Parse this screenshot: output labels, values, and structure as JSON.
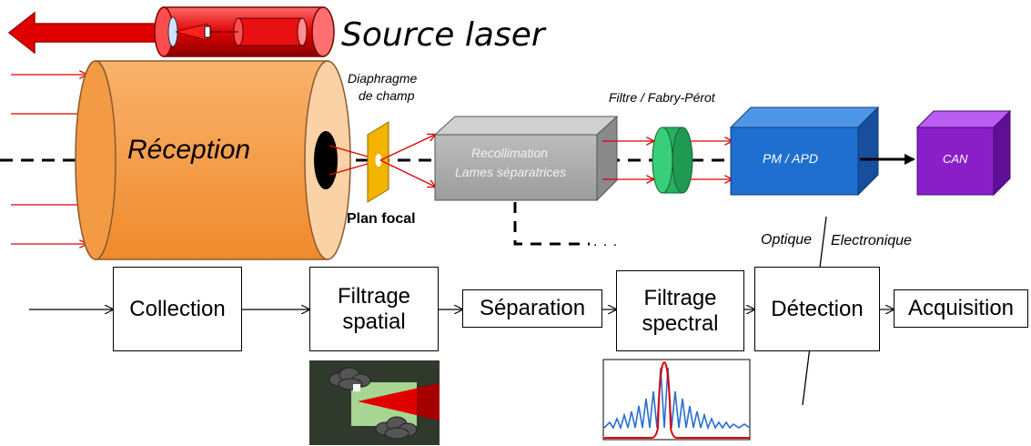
{
  "title": "Source laser",
  "labels": {
    "reception": "Réception",
    "diaphragme_line1": "Diaphragme",
    "diaphragme_line2": "de champ",
    "plan_focal": "Plan focal",
    "filtre": "Filtre / Fabry-Pérot",
    "recollimation_line1": "Recollimation",
    "recollimation_line2": "Lames séparatrices",
    "pm_apd": "PM / APD",
    "can": "CAN",
    "optique": "Optique",
    "electronique": "Electronique",
    "ellipsis": ". . ."
  },
  "stages": {
    "collection": "Collection",
    "filtrage_spatial_line1": "Filtrage",
    "filtrage_spatial_line2": "spatial",
    "separation": "Séparation",
    "filtrage_spectral_line1": "Filtrage",
    "filtrage_spectral_line2": "spectral",
    "detection": "Détection",
    "acquisition": "Acquisition"
  },
  "colors": {
    "laser_red": "#e00000",
    "telescope_orange": "#f7a14a",
    "diaphragm_yellow": "#f2b400",
    "recollimation_gray": "#a6a6a6",
    "filter_green": "#2fbf6a",
    "detector_blue": "#1f6fd1",
    "can_purple": "#8a1fc8",
    "spectrum_blue": "#2a6fd0"
  },
  "icons": [
    "laser-source-icon",
    "telescope-icon",
    "diaphragm-icon",
    "recollimation-box-icon",
    "fabry-perot-filter-icon",
    "detector-box-icon",
    "can-box-icon",
    "spatial-filter-thumbnail",
    "spectral-filter-thumbnail"
  ]
}
